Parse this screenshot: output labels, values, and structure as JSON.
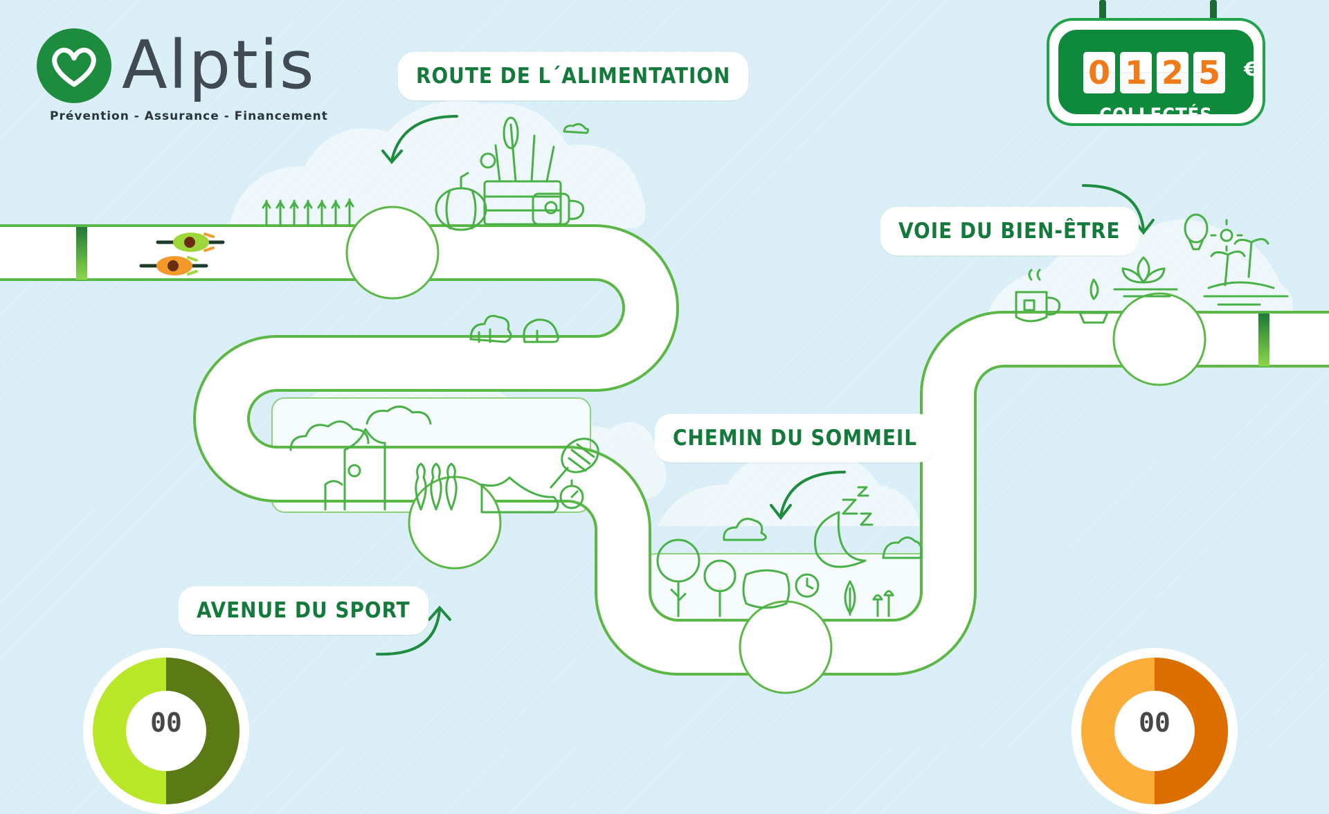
{
  "brand": {
    "name": "Alptis",
    "tagline": "Prévention - Assurance - Financement",
    "color": "#1e8c3e"
  },
  "roads": [
    {
      "id": "alimentation",
      "label": "ROUTE DE L´ALIMENTATION"
    },
    {
      "id": "sport",
      "label": "AVENUE DU SPORT"
    },
    {
      "id": "sommeil",
      "label": "CHEMIN DU SOMMEIL"
    },
    {
      "id": "bien-etre",
      "label": "VOIE DU BIEN-ÊTRE"
    }
  ],
  "counter": {
    "digits": [
      "0",
      "1",
      "2",
      "5"
    ],
    "currency": "€",
    "label": "COLLECTÉS"
  },
  "gauges": [
    {
      "id": "left",
      "value": "00",
      "light": "#b9e82a",
      "dark": "#5b7a16"
    },
    {
      "id": "right",
      "value": "00",
      "light": "#fcae3b",
      "dark": "#dc6e00"
    }
  ],
  "cyclists": [
    {
      "id": "green-rider",
      "icon": "cyclist-icon",
      "jersey": "#9fd63b"
    },
    {
      "id": "orange-rider",
      "icon": "cyclist-icon",
      "jersey": "#f39a2b"
    }
  ],
  "colors": {
    "road_edge": "#5cb846",
    "line_art": "#48b146",
    "text_green": "#137a3b",
    "counter_orange": "#f07a17"
  }
}
